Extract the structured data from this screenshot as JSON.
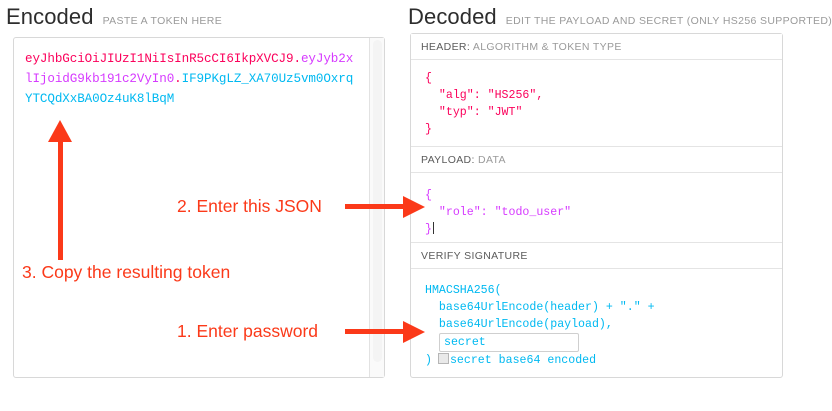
{
  "encoded": {
    "title": "Encoded",
    "subtitle": "PASTE A TOKEN HERE",
    "token": {
      "header": "eyJhbGciOiJIUzI1NiIsInR5cCI6IkpXVCJ9",
      "dot1": ".",
      "payload": "eyJyb2xlIjoidG9kb191c2VyIn0",
      "dot2": ".",
      "signature": "IF9PKgLZ_XA70Uz5vm0OxrqYTCQdXxBA0Oz4uK8lBqM"
    }
  },
  "decoded": {
    "title": "Decoded",
    "subtitle": "EDIT THE PAYLOAD AND SECRET (ONLY HS256 SUPPORTED)",
    "sections": {
      "header": {
        "label": "HEADER:",
        "label_muted": "ALGORITHM & TOKEN TYPE",
        "body": "{\n  \"alg\": \"HS256\",\n  \"typ\": \"JWT\"\n}"
      },
      "payload": {
        "label": "PAYLOAD:",
        "label_muted": "DATA",
        "body_line1": "{",
        "body_line2": "  \"role\": \"todo_user\"",
        "body_line3": "}"
      },
      "signature": {
        "label": "VERIFY SIGNATURE",
        "label_muted": "",
        "line1": "HMACSHA256(",
        "line2": "  base64UrlEncode(header) + \".\" +",
        "line3": "  base64UrlEncode(payload),",
        "secret_value": "secret",
        "secret_placeholder": "secret",
        "close_paren": ")",
        "base64_label": "secret base64 encoded",
        "base64_checked": false
      }
    }
  },
  "annotations": [
    {
      "id": "step-2",
      "text": "2. Enter this JSON",
      "direction": "right"
    },
    {
      "id": "step-3",
      "text": "3. Copy the resulting token",
      "direction": "up"
    },
    {
      "id": "step-1",
      "text": "1. Enter password",
      "direction": "right"
    }
  ],
  "colors": {
    "annotation_red": "#fb3919",
    "token_header": "#fb015b",
    "token_payload": "#d63aff",
    "token_signature": "#00b9f1",
    "panel_border": "#d8d8d8"
  }
}
